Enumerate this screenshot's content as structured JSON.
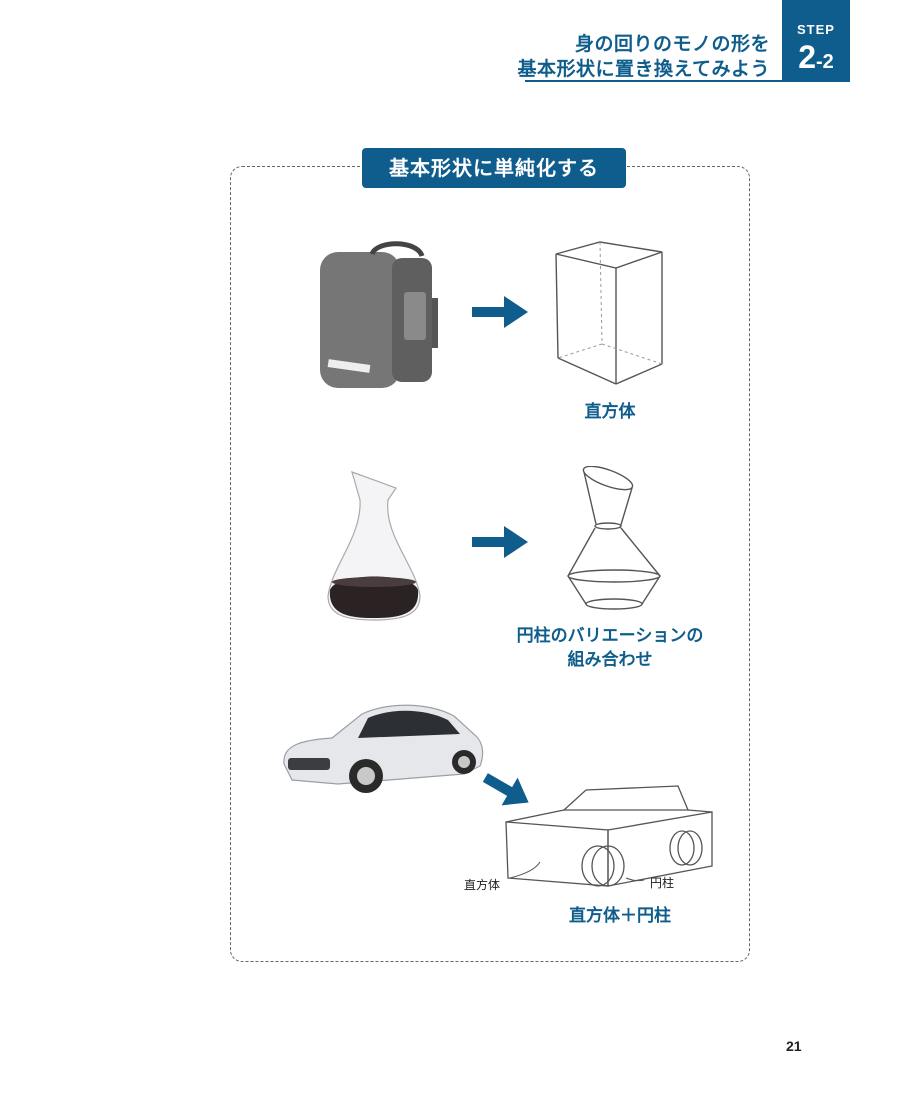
{
  "header": {
    "title_line1": "身の回りのモノの形を",
    "title_line2": "基本形状に置き換えてみよう",
    "step_label": "STEP",
    "step_major": "2",
    "step_minor": "-2"
  },
  "panel": {
    "title": "基本形状に単純化する"
  },
  "examples": [
    {
      "object": "randoseru-backpack",
      "shape": "cuboid",
      "caption": "直方体"
    },
    {
      "object": "wine-decanter",
      "shape": "cylinder-combination",
      "caption_line1": "円柱のバリエーションの",
      "caption_line2": "組み合わせ"
    },
    {
      "object": "car",
      "shape": "cuboid-plus-cylinder",
      "caption": "直方体＋円柱",
      "label_left": "直方体",
      "label_right": "円柱"
    }
  ],
  "colors": {
    "accent": "#0f5d8c",
    "sketch": "#555555"
  },
  "icons": [
    "arrow-right-icon",
    "arrow-down-right-icon"
  ],
  "page_number": "21"
}
